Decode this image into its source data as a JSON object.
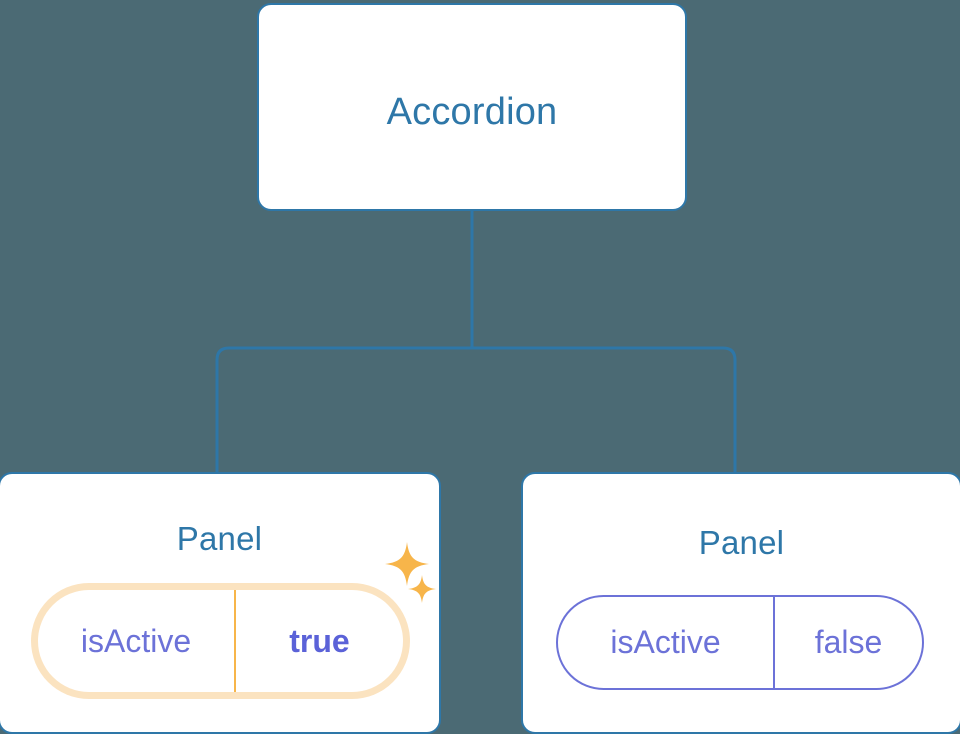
{
  "diagram": {
    "type": "component-tree",
    "background_color": "#4b6a74",
    "node_border_color": "#2e77a8",
    "node_text_color": "#2e77a8",
    "connector_color": "#2e77a8",
    "prop_text_color": "#6c72d8",
    "highlight_color": "#f7b54a",
    "highlight_glow_color": "#fbe3c0",
    "root": {
      "title": "Accordion"
    },
    "children": [
      {
        "title": "Panel",
        "highlighted": true,
        "prop": {
          "key": "isActive",
          "value": "true"
        },
        "decorations": [
          "sparkle-large-icon",
          "sparkle-small-icon"
        ]
      },
      {
        "title": "Panel",
        "highlighted": false,
        "prop": {
          "key": "isActive",
          "value": "false"
        },
        "decorations": []
      }
    ]
  }
}
